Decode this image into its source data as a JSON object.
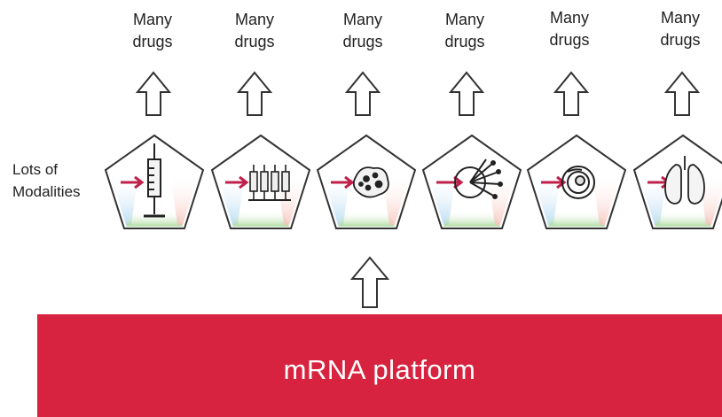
{
  "columns": [
    {
      "line1": "Many",
      "line2": "drugs",
      "icon": "syringe-icon"
    },
    {
      "line1": "Many",
      "line2": "drugs",
      "icon": "vials-icon"
    },
    {
      "line1": "Many",
      "line2": "drugs",
      "icon": "cell-icon"
    },
    {
      "line1": "Many",
      "line2": "drugs",
      "icon": "receptor-cell-icon"
    },
    {
      "line1": "Many",
      "line2": "drugs",
      "icon": "nucleus-cell-icon"
    },
    {
      "line1": "Many",
      "line2": "drugs",
      "icon": "lungs-icon"
    }
  ],
  "side_label": {
    "line1": "Lots of",
    "line2": "Modalities"
  },
  "platform": {
    "label": "mRNA platform"
  },
  "colors": {
    "platform": "#d7233f",
    "arrow_in_pentagon": "#c0204a",
    "outline": "#333333"
  }
}
